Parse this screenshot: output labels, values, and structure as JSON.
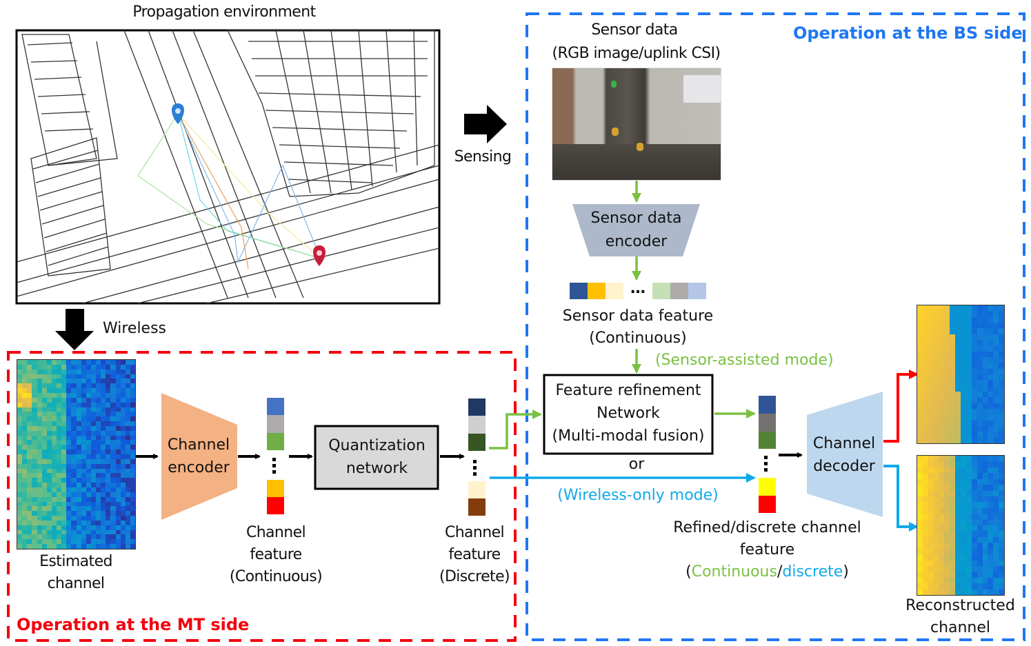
{
  "propagation": {
    "title": "Propagation environment",
    "bs_marker_color": "#2a7fd4",
    "mt_marker_color": "#c81e3a"
  },
  "arrows": {
    "sensing_label": "Sensing",
    "wireless_label": "Wireless"
  },
  "bs_side": {
    "title": "Operation at the BS side",
    "border_color": "#1f77f2",
    "sensor_data": {
      "line1": "Sensor data",
      "line2": "(RGB image/uplink CSI)"
    },
    "sensor_encoder": {
      "line1": "Sensor data",
      "line2": "encoder",
      "color": "#adb9ca"
    },
    "sensor_feature": {
      "colors_left": [
        "#2f5597",
        "#ffc000",
        "#fff2cc"
      ],
      "ellipsis": "…",
      "colors_right": [
        "#c5e0b4",
        "#aeaaaa",
        "#b4c7e7"
      ],
      "line1": "Sensor data feature",
      "line2": "(Continuous)"
    },
    "sensor_assisted_mode": "(Sensor-assisted mode)",
    "refinement": {
      "line1": "Feature refinement",
      "line2": "Network",
      "line3": "(Multi-modal fusion)"
    },
    "or_label": "or",
    "wireless_only_mode": "(Wireless-only mode)",
    "refined_feature": {
      "colors_top": [
        "#2f5597",
        "#767171",
        "#548235"
      ],
      "colors_bottom": [
        "#ffff00",
        "#ff0000"
      ],
      "line1": "Refined/discrete channel",
      "line2": "feature",
      "paren_open": "(",
      "continuous": "Continuous",
      "slash": "/",
      "discrete": "discrete",
      "paren_close": ")"
    },
    "decoder": {
      "line1": "Channel",
      "line2": "decoder",
      "color": "#bdd7ee"
    },
    "reconstructed": {
      "line1": "Reconstructed",
      "line2": "channel"
    }
  },
  "mt_side": {
    "title": "Operation at the MT side",
    "border_color": "#f2000f",
    "estimated": {
      "line1": "Estimated",
      "line2": "channel"
    },
    "encoder": {
      "line1": "Channel",
      "line2": "encoder",
      "color": "#f4b183"
    },
    "continuous_feature": {
      "colors_top": [
        "#4472c4",
        "#aeaaaa",
        "#70ad47"
      ],
      "colors_bottom": [
        "#ffc000",
        "#ff0000"
      ],
      "line1": "Channel",
      "line2": "feature",
      "line3": "(Continuous)"
    },
    "quantization": {
      "line1": "Quantization",
      "line2": "network",
      "color": "#d9d9d9"
    },
    "discrete_feature": {
      "colors_top": [
        "#203864",
        "#d0cece",
        "#375623"
      ],
      "colors_bottom": [
        "#fff2cc",
        "#843c0c"
      ],
      "line1": "Channel",
      "line2": "feature",
      "line3": "(Discrete)"
    }
  },
  "mode_colors": {
    "sensor_assisted": "#7ac143",
    "wireless_only": "#11a9e8",
    "red_path": "#ff0000"
  }
}
